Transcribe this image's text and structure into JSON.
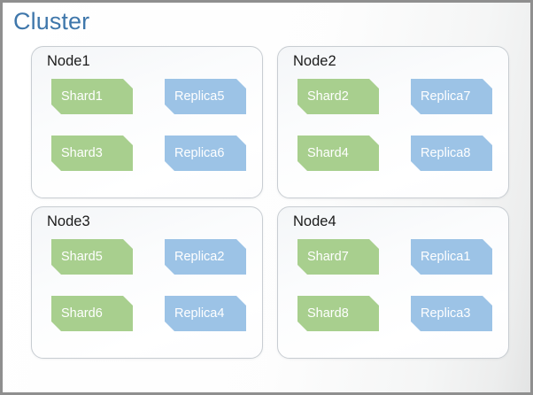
{
  "title": "Cluster",
  "colors": {
    "title": "#3f77ab",
    "shard": "#a8cf8e",
    "replica": "#9cc3e6",
    "node_border": "#c8cdd2",
    "chip_text": "#ffffff",
    "node_label_text": "#1b1b1b",
    "slide_border": "#8f8f8f",
    "slide_background": "#ffffff"
  },
  "nodes": [
    {
      "label": "Node1",
      "chips": [
        {
          "label": "Shard1",
          "kind": "shard"
        },
        {
          "label": "Replica5",
          "kind": "replica"
        },
        {
          "label": "Shard3",
          "kind": "shard"
        },
        {
          "label": "Replica6",
          "kind": "replica"
        }
      ]
    },
    {
      "label": "Node2",
      "chips": [
        {
          "label": "Shard2",
          "kind": "shard"
        },
        {
          "label": "Replica7",
          "kind": "replica"
        },
        {
          "label": "Shard4",
          "kind": "shard"
        },
        {
          "label": "Replica8",
          "kind": "replica"
        }
      ]
    },
    {
      "label": "Node3",
      "chips": [
        {
          "label": "Shard5",
          "kind": "shard"
        },
        {
          "label": "Replica2",
          "kind": "replica"
        },
        {
          "label": "Shard6",
          "kind": "shard"
        },
        {
          "label": "Replica4",
          "kind": "replica"
        }
      ]
    },
    {
      "label": "Node4",
      "chips": [
        {
          "label": "Shard7",
          "kind": "shard"
        },
        {
          "label": "Replica1",
          "kind": "replica"
        },
        {
          "label": "Shard8",
          "kind": "shard"
        },
        {
          "label": "Replica3",
          "kind": "replica"
        }
      ]
    }
  ]
}
